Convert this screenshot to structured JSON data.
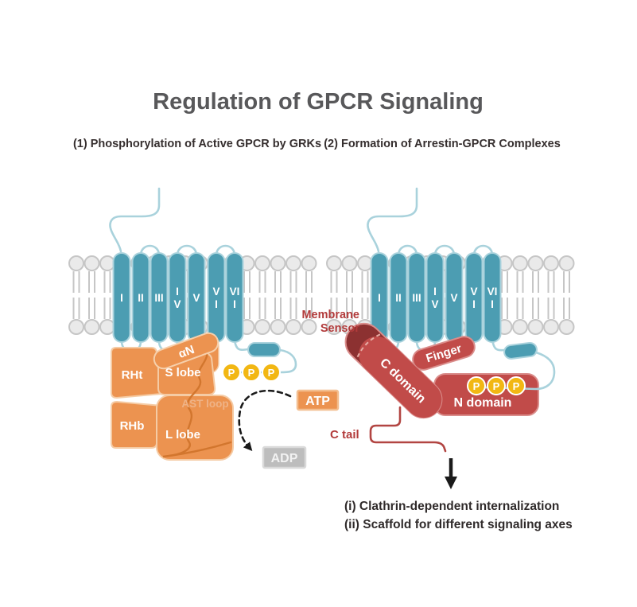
{
  "title": "Regulation of GPCR Signaling",
  "left_panel": {
    "subtitle": "(1) Phosphorylation of Active GPCR by GRKs",
    "receptor": {
      "helix_labels": [
        "I",
        "II",
        "III",
        "IV",
        "V",
        "VI",
        "VII"
      ]
    },
    "grk": {
      "rht_label": "RHt",
      "rhb_label": "RHb",
      "alpha_n_label": "αN",
      "s_lobe_label": "S lobe",
      "l_lobe_label": "L lobe",
      "ast_loop_label": "AST loop"
    },
    "phosphate_labels": [
      "P",
      "P",
      "P"
    ],
    "atp_label": "ATP",
    "adp_label": "ADP"
  },
  "right_panel": {
    "subtitle": "(2) Formation of Arrestin-GPCR Complexes",
    "receptor": {
      "helix_labels": [
        "I",
        "II",
        "III",
        "IV",
        "V",
        "VI",
        "VII"
      ]
    },
    "arrestin": {
      "membrane_sensor_line1": "Membrane",
      "membrane_sensor_line2": "Sensor",
      "c_domain_label": "C domain",
      "finger_label": "Finger",
      "n_domain_label": "N domain",
      "c_tail_label": "C tail"
    },
    "phosphate_labels": [
      "P",
      "P",
      "P"
    ],
    "outcomes": [
      "(i) Clathrin-dependent internalization",
      "(ii) Scaffold for different signaling axes"
    ]
  },
  "colors": {
    "helix_teal": "#4C9DB2",
    "helix_stroke": "#ABD3DD",
    "loop_teal": "#A9D2DC",
    "lipid_fill": "#EAEAEA",
    "lipid_stroke": "#C6C6C6",
    "grk_orange": "#EC9350",
    "grk_stroke": "#F5CBA4",
    "ast_squiggle": "#D2762E",
    "ast_text": "#EFB387",
    "phosphate_yellow": "#F2B713",
    "adp_gray": "#BDBDBD",
    "arrestin_red": "#C14B49",
    "arrestin_stroke": "#DA8D8B",
    "sensor_maroon": "#8C3131",
    "label_red": "#B23B3B",
    "title_gray": "#58585A"
  }
}
